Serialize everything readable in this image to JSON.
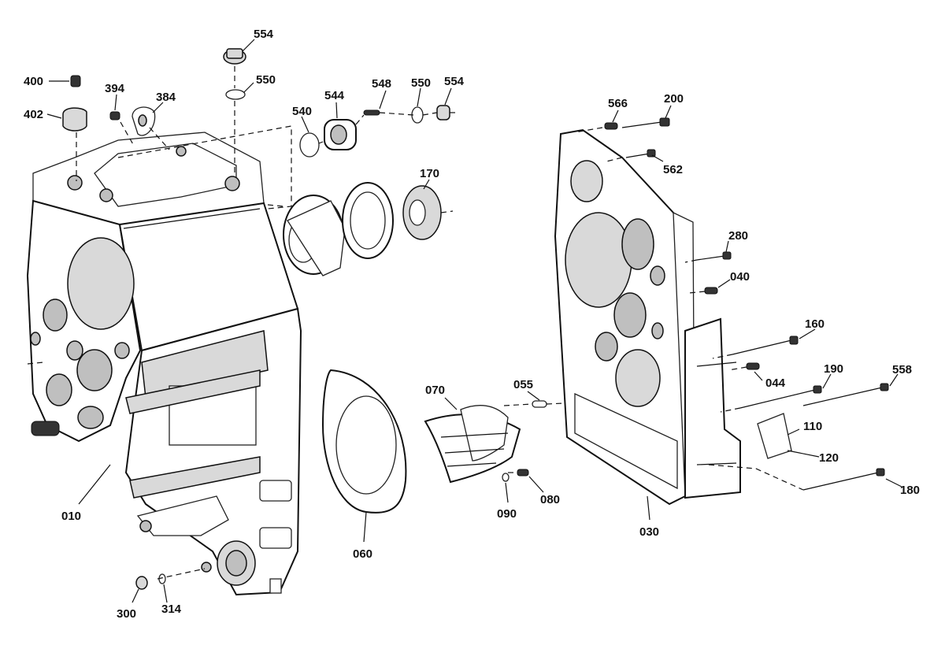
{
  "labels": {
    "p554a": "554",
    "p550a": "550",
    "p400": "400",
    "p402": "402",
    "p394": "394",
    "p384": "384",
    "p540": "540",
    "p544": "544",
    "p548": "548",
    "p550b": "550",
    "p554b": "554",
    "p170": "170",
    "p566": "566",
    "p200": "200",
    "p562": "562",
    "p280": "280",
    "p040": "040",
    "p160": "160",
    "p044": "044",
    "p190": "190",
    "p558": "558",
    "p110": "110",
    "p120": "120",
    "p180": "180",
    "p030": "030",
    "p055": "055",
    "p070": "070",
    "p080": "080",
    "p090": "090",
    "p060": "060",
    "p010": "010",
    "p300": "300",
    "p314": "314"
  }
}
